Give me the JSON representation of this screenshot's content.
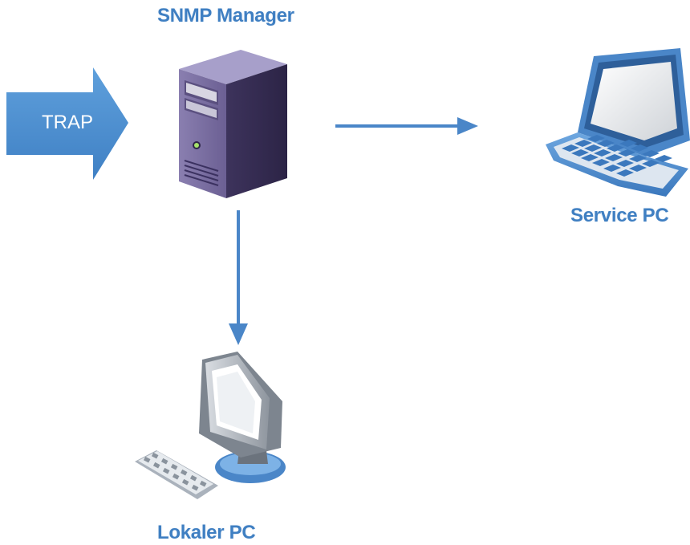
{
  "diagram": {
    "nodes": {
      "manager": {
        "label": "SNMP Manager",
        "icon": "server-tower-icon"
      },
      "service": {
        "label": "Service PC",
        "icon": "laptop-icon"
      },
      "local": {
        "label": "Lokaler PC",
        "icon": "desktop-pc-icon"
      }
    },
    "input_arrow": {
      "label": "TRAP"
    },
    "edges": [
      {
        "from": "manager",
        "to": "service"
      },
      {
        "from": "manager",
        "to": "local"
      }
    ]
  },
  "colors": {
    "accent": "#4a86c8",
    "label": "#3f7fc2",
    "arrow_fill": "#4f8fd0",
    "server_body": "#4b3f6e"
  }
}
